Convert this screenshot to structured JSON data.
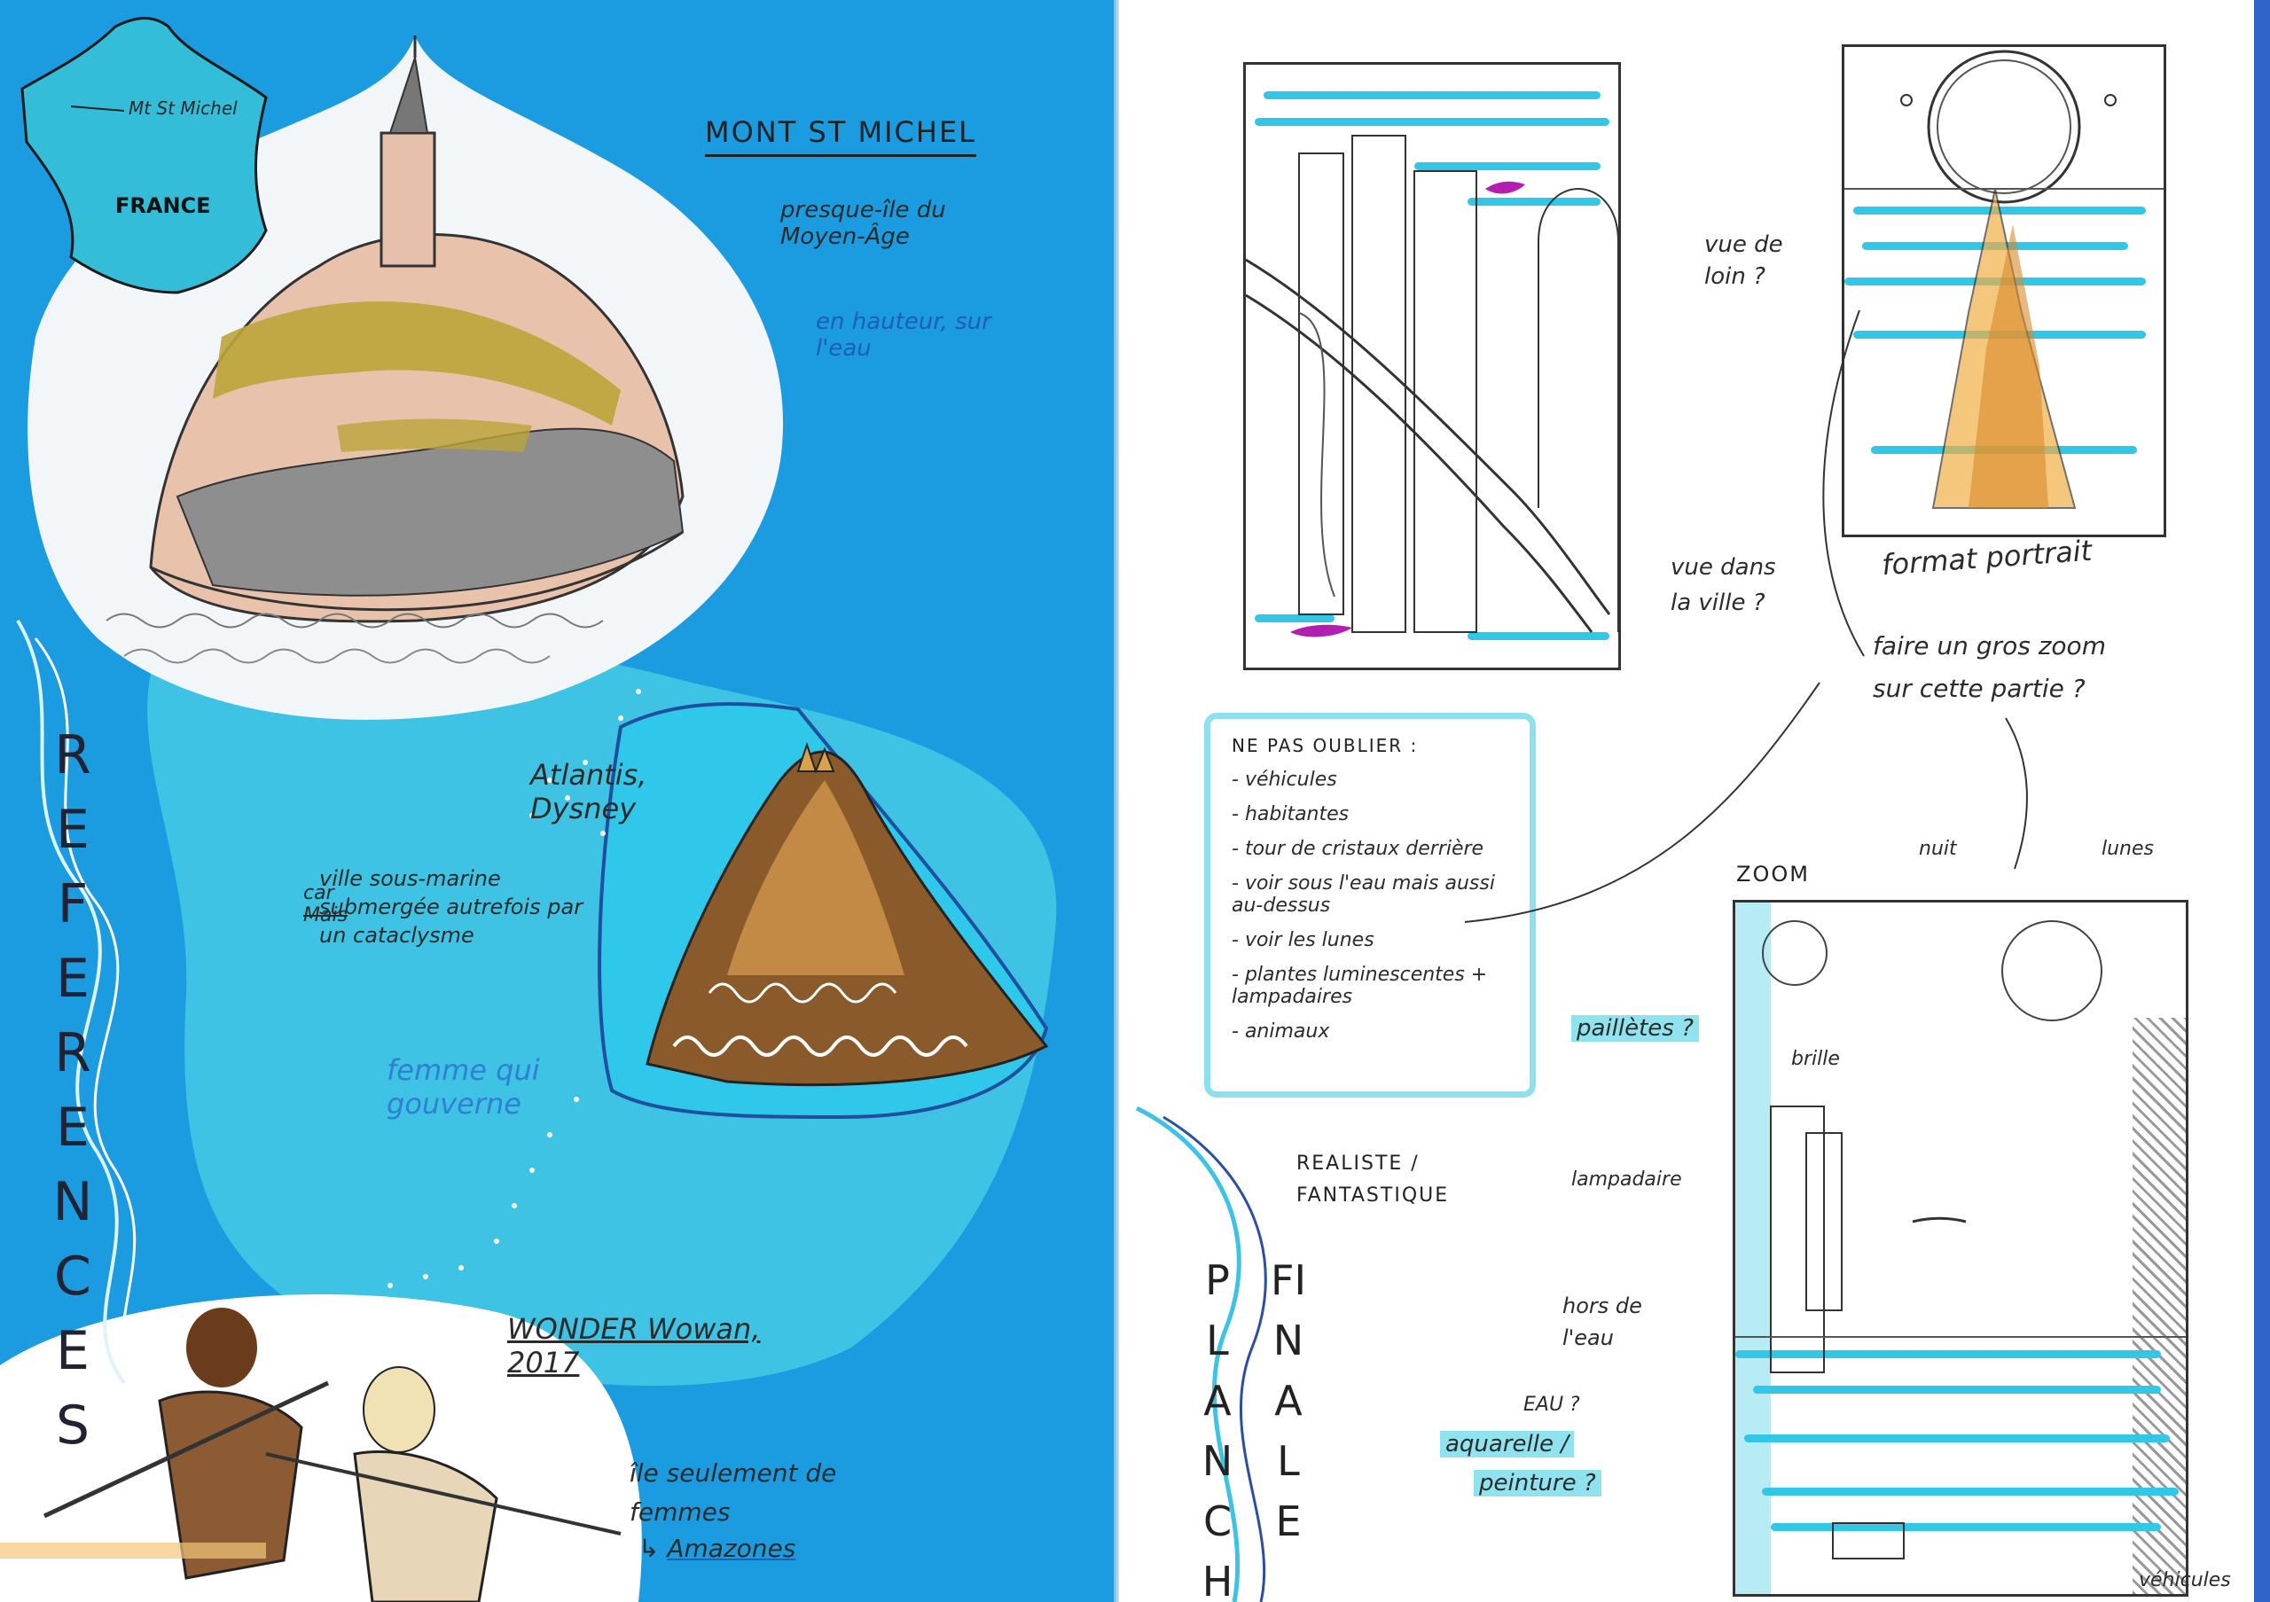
{
  "left_page": {
    "france_map": {
      "country": "FRANCE",
      "marker_label": "Mt St Michel"
    },
    "mont_st_michel": {
      "title": "MONT ST MICHEL",
      "note_1": "presque-île du Moyen-Âge",
      "note_2": "en hauteur, sur l'eau"
    },
    "atlantis": {
      "title": "Atlantis, Dysney",
      "note_strike": "Mais",
      "note_car": "car",
      "note": "ville sous-marine submergée autrefois par un cataclysme",
      "note_blue": "femme qui gouverne"
    },
    "references_label": "REFERENCES",
    "wonder_woman": {
      "title": "WONDER Wowan, 2017",
      "note": "île seulement de femmes",
      "note_arrow": "Amazones"
    }
  },
  "right_page": {
    "sketch_1_note": "vue dans la ville ?",
    "sketch_2_note_1": "vue de loin ?",
    "sketch_2_caption": "format portrait",
    "zoom_note": "faire un gros zoom sur cette partie ?",
    "checklist": {
      "title": "NE PAS OUBLIER :",
      "items": [
        "véhicules",
        "habitantes",
        "tour de cristaux derrière",
        "voir sous l'eau mais aussi au-dessus",
        "voir les lunes",
        "plantes luminescentes + lampadaires",
        "animaux"
      ]
    },
    "style_note": "REALISTE / FANTASTIQUE",
    "final_label": {
      "word_1": "PLANCHE",
      "word_2": "FINALE"
    },
    "zoom": {
      "title": "ZOOM",
      "label_nuit": "nuit",
      "label_lunes": "lunes",
      "label_paillettes": "paillètes ?",
      "label_brille": "brille",
      "label_lampadaire": "lampadaire",
      "label_hors_eau": "hors de l'eau",
      "label_eau": "EAU ?",
      "label_aquarelle": "aquarelle /",
      "label_peinture": "peinture ?",
      "label_vehicules": "véhicules"
    }
  },
  "colors": {
    "page_blue": "#1b9be0",
    "light_aqua": "#3fc3e4",
    "highlight": "#8fe3ef",
    "marker_cyan": "#32c7e6",
    "magenta": "#b21fb0",
    "ochre": "#d89a2a"
  }
}
